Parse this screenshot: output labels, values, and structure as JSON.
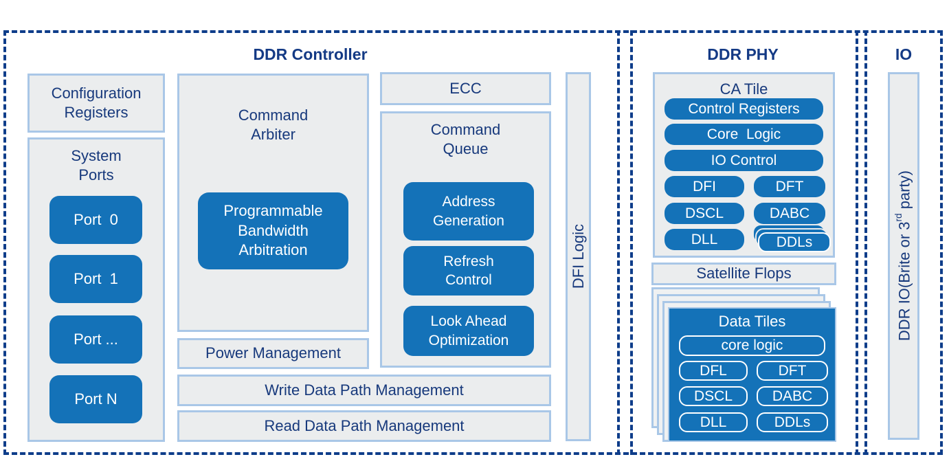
{
  "colors": {
    "pill_blue": "#1472B8",
    "navy_text": "#17397C",
    "section_title": "#143A85",
    "box_fill": "#EBEDEE",
    "box_border": "#A9C7E7",
    "dashed_border": "#0E3D8A",
    "pill_text": "#FFFFFF"
  },
  "controller": {
    "title": "DDR Controller",
    "config_registers": "Configuration Registers",
    "system_ports": {
      "title": "System Ports",
      "ports": [
        "Port  0",
        "Port  1",
        "Port ...",
        "Port N"
      ]
    },
    "command_arbiter": {
      "title": "Command Arbiter",
      "pill": "Programmable Bandwidth Arbitration"
    },
    "ecc": "ECC",
    "command_queue": {
      "title": "Command Queue",
      "pills": [
        "Address Generation",
        "Refresh Control",
        "Look Ahead Optimization"
      ]
    },
    "power_management": "Power Management",
    "write_data_path": "Write Data Path Management",
    "read_data_path": "Read Data Path Management",
    "dfi_logic": "DFI Logic"
  },
  "phy": {
    "title": "DDR PHY",
    "ca_tile": {
      "title": "CA Tile",
      "wide_pills": [
        "Control Registers",
        "Core  Logic",
        "IO Control"
      ],
      "pairs": [
        [
          "DFI",
          "DFT"
        ],
        [
          "DSCL",
          "DABC"
        ],
        [
          "DLL",
          "DDLs"
        ]
      ]
    },
    "satellite_flops": "Satellite Flops",
    "data_tiles": {
      "title": "Data Tiles",
      "wide_pill": "core logic",
      "pairs": [
        [
          "DFL",
          "DFT"
        ],
        [
          "DSCL",
          "DABC"
        ],
        [
          "DLL",
          "DDLs"
        ]
      ]
    }
  },
  "io": {
    "title": "IO",
    "bar_text_pre": "DDR IO(Brite or 3",
    "bar_text_sup": "rd",
    "bar_text_post": " party)"
  }
}
